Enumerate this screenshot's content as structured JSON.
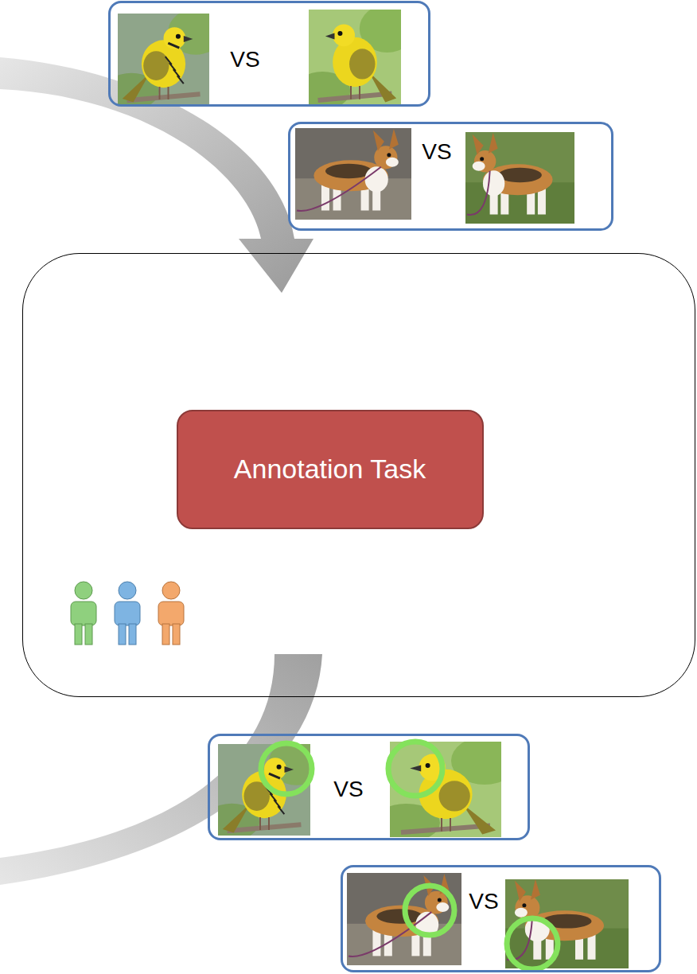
{
  "diagram": {
    "nodes": [
      {
        "text": [
          "VS"
        ]
      },
      {
        "text": [
          "VS"
        ]
      },
      {
        "text": []
      },
      {
        "text": [
          "Annotation Task"
        ],
        "in": 2
      },
      {
        "text": [
          "VS"
        ]
      },
      {
        "text": [
          "VS"
        ]
      }
    ]
  }
}
